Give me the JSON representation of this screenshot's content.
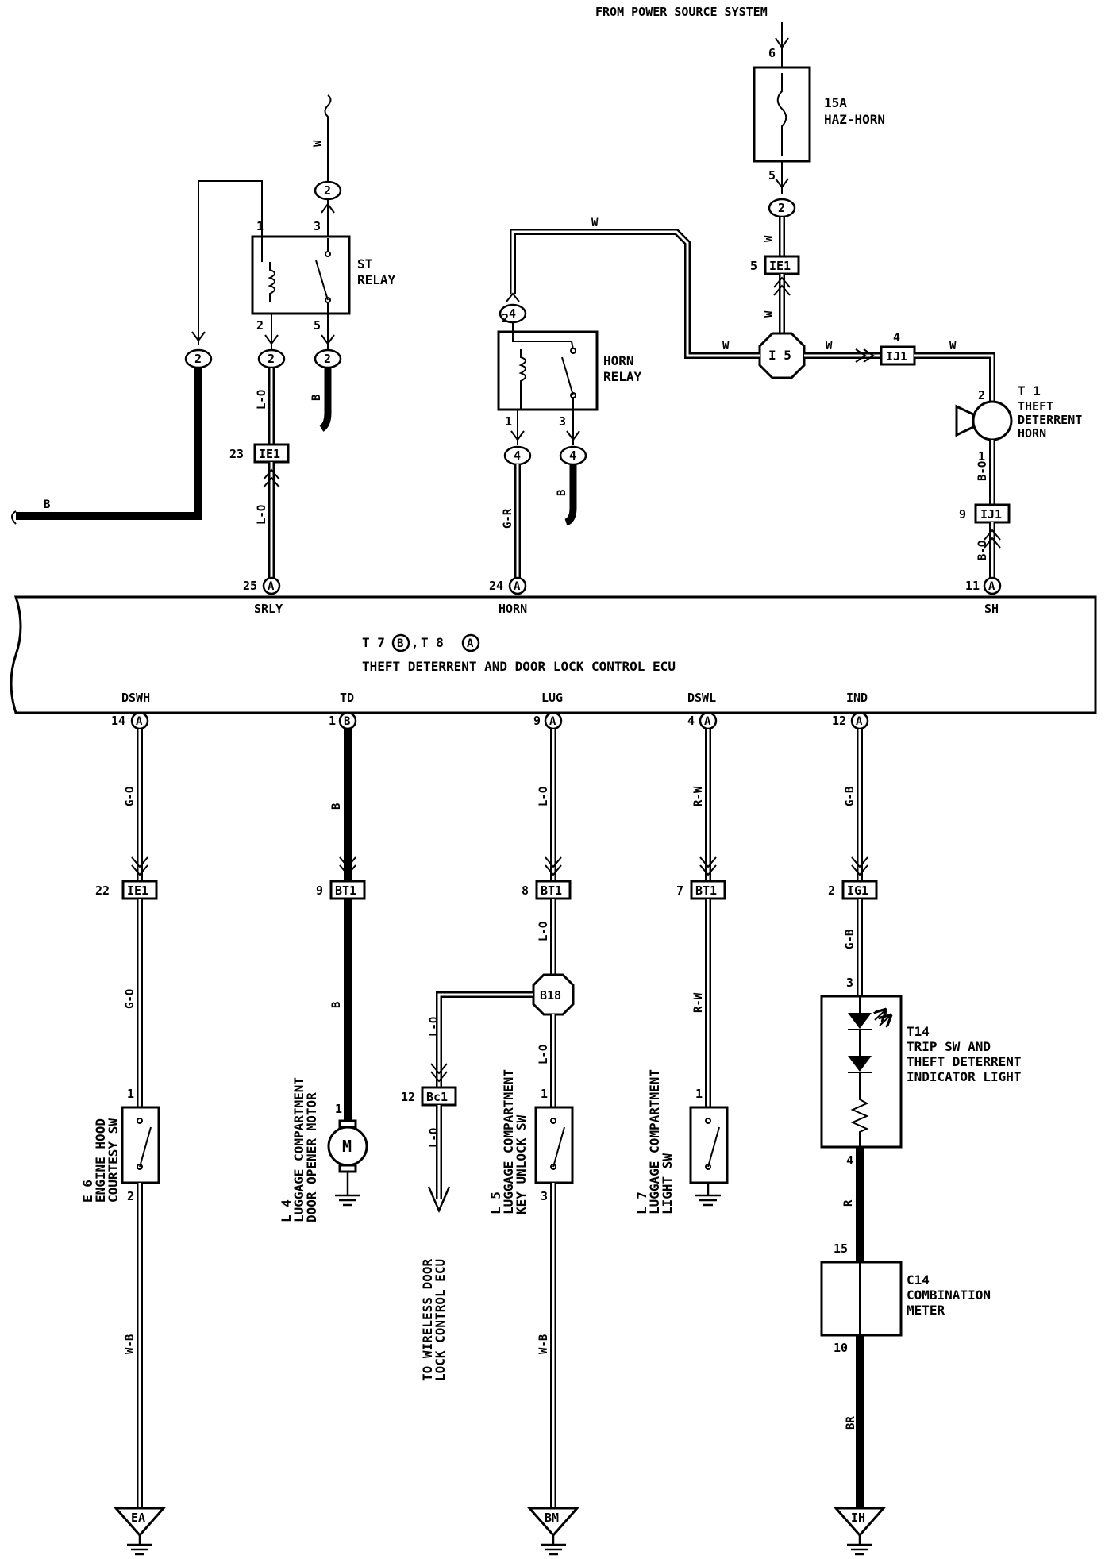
{
  "header": {
    "from_power": "FROM POWER SOURCE SYSTEM"
  },
  "fuse": {
    "rating": "15A",
    "name": "HAZ-HORN",
    "pin_top": "6",
    "pin_bottom": "5"
  },
  "ecu": {
    "ref_t7": "T 7",
    "ref_t7_letter": "B",
    "ref_sep": ",",
    "ref_t8": "T 8",
    "ref_t8_letter": "A",
    "name": "THEFT DETERRENT AND DOOR LOCK CONTROL ECU",
    "top_terminals": [
      {
        "pin": "25",
        "conn": "A",
        "label": "SRLY"
      },
      {
        "pin": "24",
        "conn": "A",
        "label": "HORN"
      },
      {
        "pin": "11",
        "conn": "A",
        "label": "SH"
      }
    ],
    "bottom_terminals": [
      {
        "pin": "14",
        "conn": "A",
        "label": "DSWH"
      },
      {
        "pin": "1",
        "conn": "B",
        "label": "TD"
      },
      {
        "pin": "9",
        "conn": "A",
        "label": "LUG"
      },
      {
        "pin": "4",
        "conn": "A",
        "label": "DSWL"
      },
      {
        "pin": "12",
        "conn": "A",
        "label": "IND"
      }
    ]
  },
  "relays": {
    "st": {
      "line1": "ST",
      "line2": "RELAY",
      "pins": [
        "1",
        "3",
        "2",
        "5"
      ]
    },
    "horn": {
      "line1": "HORN",
      "line2": "RELAY",
      "pins": [
        "2",
        "1",
        "3"
      ]
    }
  },
  "connectors": {
    "ie1": "IE1",
    "ij1": "IJ1",
    "bt1": "BT1",
    "ig1": "IG1",
    "bc1": "Bc1",
    "b18": "B18",
    "i5": "I 5",
    "c2": "2",
    "c4": "4"
  },
  "pins": {
    "ie1_top": "5",
    "ie1_st": "23",
    "ij1_top": "4",
    "ij1_low": "9",
    "ie1_hood": "22",
    "bt1_td": "9",
    "bt1_lug": "8",
    "bt1_dswl": "7",
    "ig1_ind": "2",
    "bc1": "12",
    "t1_2": "2",
    "t1_1": "1",
    "t14_3": "3",
    "t14_4": "4",
    "c14_15": "15",
    "c14_10": "10",
    "sw_1": "1",
    "sw_2": "2",
    "sw_3": "3"
  },
  "wires": {
    "w": "W",
    "b": "B",
    "lo": "L-O",
    "gr": "G-R",
    "bo": "B-O",
    "go": "G-O",
    "rw": "R-W",
    "gb": "G-B",
    "wb": "W-B",
    "r": "R",
    "br": "BR"
  },
  "components": {
    "t1": {
      "ref": "T 1",
      "lines": [
        "THEFT",
        "DETERRENT",
        "HORN"
      ]
    },
    "t14": {
      "ref": "T14",
      "lines": [
        "TRIP SW AND",
        "THEFT DETERRENT",
        "INDICATOR LIGHT"
      ]
    },
    "c14": {
      "ref": "C14",
      "lines": [
        "COMBINATION",
        "METER"
      ]
    },
    "e6": {
      "ref": "E 6",
      "lines": [
        "ENGINE HOOD",
        "COURTESY SW"
      ]
    },
    "l4": {
      "ref": "L 4",
      "lines": [
        "LUGGAGE COMPARTMENT",
        "DOOR OPENER MOTOR"
      ]
    },
    "l5": {
      "ref": "L 5",
      "lines": [
        "LUGGAGE COMPARTMENT",
        "KEY UNLOCK SW"
      ]
    },
    "l7": {
      "ref": "L 7",
      "lines": [
        "LUGGAGE COMPARTMENT",
        "LIGHT SW"
      ]
    },
    "motor": "M",
    "to_wireless": [
      "TO WIRELESS DOOR",
      "LOCK CONTROL ECU"
    ]
  },
  "grounds": {
    "ea": "EA",
    "bm": "BM",
    "ih": "IH"
  }
}
